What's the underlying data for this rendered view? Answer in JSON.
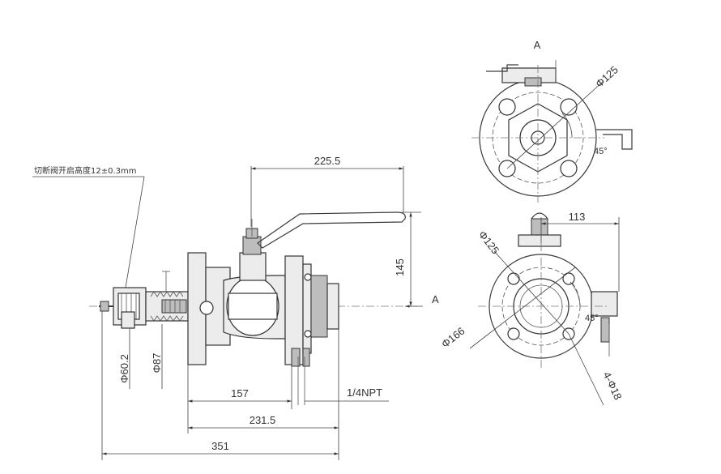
{
  "labels": {
    "view_marker_top": "A",
    "view_marker_side": "A",
    "note_cut_valve": "切断阀开启高度12±0.3mm",
    "dim_225_5": "225.5",
    "dim_145": "145",
    "dim_157": "157",
    "dim_npt": "1/4NPT",
    "dim_231_5": "231.5",
    "dim_351": "351",
    "dim_phi60_2": "Φ60.2",
    "dim_phi87": "Φ87",
    "dim_phi125_top": "Φ125",
    "dim_45_top": "45°",
    "dim_113": "113",
    "dim_phi125_bottom": "Φ125",
    "dim_45_bottom": "45°",
    "dim_phi166": "Φ166",
    "dim_4phi18": "4-Φ18"
  }
}
